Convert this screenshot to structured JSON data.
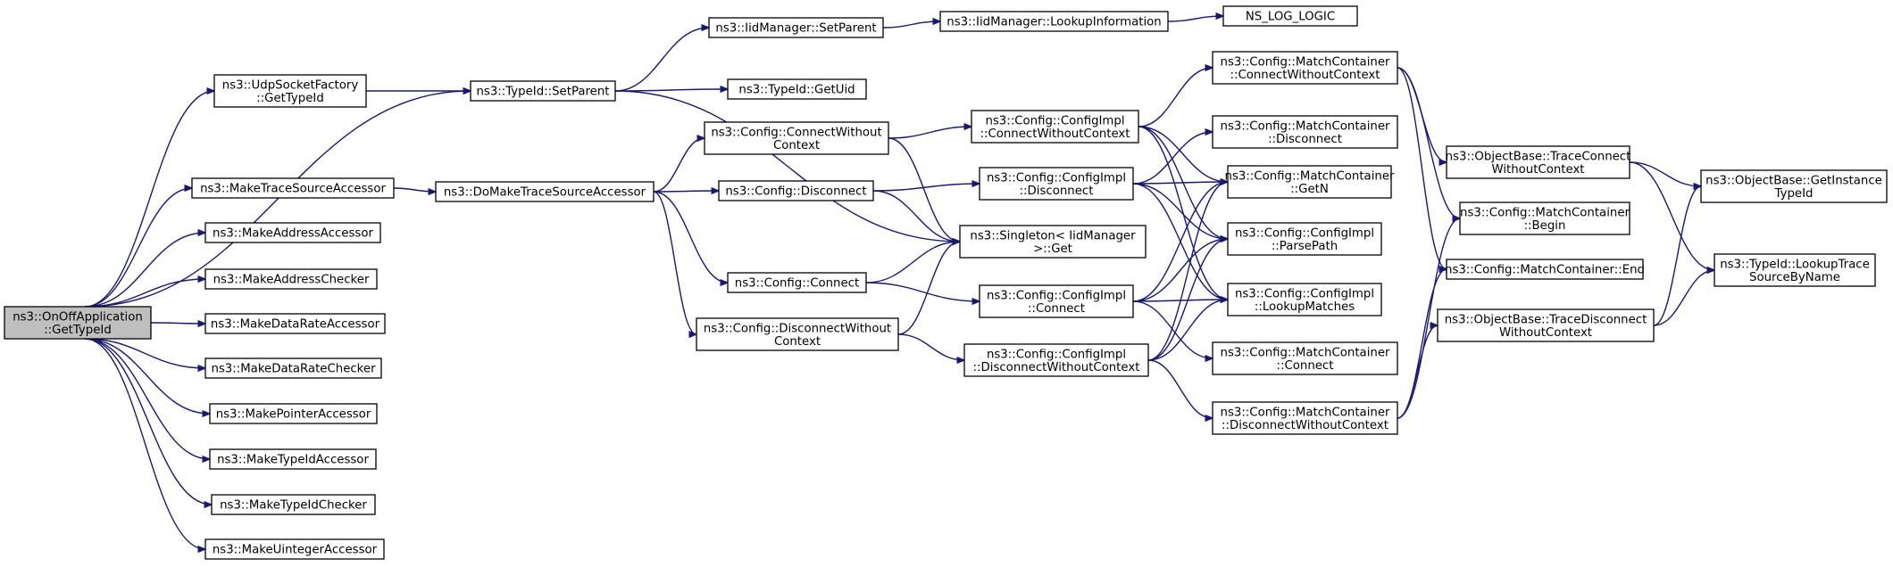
{
  "graph": {
    "type": "call-graph",
    "edge_color": "#191970",
    "node_fill": "#ffffff",
    "root_fill": "#bfbfbf",
    "nodes": [
      {
        "id": "root",
        "lines": [
          "ns3::OnOffApplication",
          "::GetTypeId"
        ]
      },
      {
        "id": "udpf",
        "lines": [
          "ns3::UdpSocketFactory",
          "::GetTypeId"
        ]
      },
      {
        "id": "setparent",
        "lines": [
          "ns3::TypeId::SetParent"
        ]
      },
      {
        "id": "iidsetparent",
        "lines": [
          "ns3::IidManager::SetParent"
        ]
      },
      {
        "id": "lookupinfo",
        "lines": [
          "ns3::IidManager::LookupInformation"
        ]
      },
      {
        "id": "nslog",
        "lines": [
          "NS_LOG_LOGIC"
        ]
      },
      {
        "id": "getuid",
        "lines": [
          "ns3::TypeId::GetUid"
        ]
      },
      {
        "id": "maketsa",
        "lines": [
          "ns3::MakeTraceSourceAccessor"
        ]
      },
      {
        "id": "domaketsa",
        "lines": [
          "ns3::DoMakeTraceSourceAccessor"
        ]
      },
      {
        "id": "mkaddracc",
        "lines": [
          "ns3::MakeAddressAccessor"
        ]
      },
      {
        "id": "mkaddrchk",
        "lines": [
          "ns3::MakeAddressChecker"
        ]
      },
      {
        "id": "mkdracc",
        "lines": [
          "ns3::MakeDataRateAccessor"
        ]
      },
      {
        "id": "mkdrchk",
        "lines": [
          "ns3::MakeDataRateChecker"
        ]
      },
      {
        "id": "mkptracc",
        "lines": [
          "ns3::MakePointerAccessor"
        ]
      },
      {
        "id": "mktidacc",
        "lines": [
          "ns3::MakeTypeIdAccessor"
        ]
      },
      {
        "id": "mktidchk",
        "lines": [
          "ns3::MakeTypeIdChecker"
        ]
      },
      {
        "id": "mkuintacc",
        "lines": [
          "ns3::MakeUintegerAccessor"
        ]
      },
      {
        "id": "cfgconnwo",
        "lines": [
          "ns3::Config::ConnectWithout",
          "Context"
        ]
      },
      {
        "id": "cfgdisc",
        "lines": [
          "ns3::Config::Disconnect"
        ]
      },
      {
        "id": "cfgconn",
        "lines": [
          "ns3::Config::Connect"
        ]
      },
      {
        "id": "cfgdiscwo",
        "lines": [
          "ns3::Config::DisconnectWithout",
          "Context"
        ]
      },
      {
        "id": "singleton",
        "lines": [
          "ns3::Singleton< IidManager",
          " >::Get"
        ]
      },
      {
        "id": "implconnwo",
        "lines": [
          "ns3::Config::ConfigImpl",
          "::ConnectWithoutContext"
        ]
      },
      {
        "id": "impldisc",
        "lines": [
          "ns3::Config::ConfigImpl",
          "::Disconnect"
        ]
      },
      {
        "id": "implconn",
        "lines": [
          "ns3::Config::ConfigImpl",
          "::Connect"
        ]
      },
      {
        "id": "impldiscwo",
        "lines": [
          "ns3::Config::ConfigImpl",
          "::DisconnectWithoutContext"
        ]
      },
      {
        "id": "mcconnwo",
        "lines": [
          "ns3::Config::MatchContainer",
          "::ConnectWithoutContext"
        ]
      },
      {
        "id": "mcdisc",
        "lines": [
          "ns3::Config::MatchContainer",
          "::Disconnect"
        ]
      },
      {
        "id": "mcgetn",
        "lines": [
          "ns3::Config::MatchContainer",
          "::GetN"
        ]
      },
      {
        "id": "parsepath",
        "lines": [
          "ns3::Config::ConfigImpl",
          "::ParsePath"
        ]
      },
      {
        "id": "lookupm",
        "lines": [
          "ns3::Config::ConfigImpl",
          "::LookupMatches"
        ]
      },
      {
        "id": "mcconn",
        "lines": [
          "ns3::Config::MatchContainer",
          "::Connect"
        ]
      },
      {
        "id": "mcdiscwo",
        "lines": [
          "ns3::Config::MatchContainer",
          "::DisconnectWithoutContext"
        ]
      },
      {
        "id": "obtcwo",
        "lines": [
          "ns3::ObjectBase::TraceConnect",
          "WithoutContext"
        ]
      },
      {
        "id": "mcbegin",
        "lines": [
          "ns3::Config::MatchContainer",
          "::Begin"
        ]
      },
      {
        "id": "mcend",
        "lines": [
          "ns3::Config::MatchContainer::End"
        ]
      },
      {
        "id": "obtdwo",
        "lines": [
          "ns3::ObjectBase::TraceDisconnect",
          "WithoutContext"
        ]
      },
      {
        "id": "obgit",
        "lines": [
          "ns3::ObjectBase::GetInstance",
          "TypeId"
        ]
      },
      {
        "id": "lookuptrace",
        "lines": [
          "ns3::TypeId::LookupTrace",
          "SourceByName"
        ]
      }
    ],
    "edges": [
      [
        "root",
        "udpf"
      ],
      [
        "root",
        "setparent"
      ],
      [
        "root",
        "maketsa"
      ],
      [
        "root",
        "mkaddracc"
      ],
      [
        "root",
        "mkaddrchk"
      ],
      [
        "root",
        "mkdracc"
      ],
      [
        "root",
        "mkdrchk"
      ],
      [
        "root",
        "mkptracc"
      ],
      [
        "root",
        "mktidacc"
      ],
      [
        "root",
        "mktidchk"
      ],
      [
        "root",
        "mkuintacc"
      ],
      [
        "udpf",
        "setparent"
      ],
      [
        "setparent",
        "iidsetparent"
      ],
      [
        "setparent",
        "getuid"
      ],
      [
        "setparent",
        "singleton"
      ],
      [
        "iidsetparent",
        "lookupinfo"
      ],
      [
        "lookupinfo",
        "nslog"
      ],
      [
        "maketsa",
        "domaketsa"
      ],
      [
        "domaketsa",
        "cfgconnwo"
      ],
      [
        "domaketsa",
        "cfgdisc"
      ],
      [
        "domaketsa",
        "cfgconn"
      ],
      [
        "domaketsa",
        "cfgdiscwo"
      ],
      [
        "cfgconnwo",
        "implconnwo"
      ],
      [
        "cfgconnwo",
        "singleton"
      ],
      [
        "cfgdisc",
        "impldisc"
      ],
      [
        "cfgdisc",
        "singleton"
      ],
      [
        "cfgconn",
        "implconn"
      ],
      [
        "cfgconn",
        "singleton"
      ],
      [
        "cfgdiscwo",
        "impldiscwo"
      ],
      [
        "cfgdiscwo",
        "singleton"
      ],
      [
        "implconnwo",
        "mcconnwo"
      ],
      [
        "implconnwo",
        "mcgetn"
      ],
      [
        "implconnwo",
        "parsepath"
      ],
      [
        "implconnwo",
        "lookupm"
      ],
      [
        "impldisc",
        "mcdisc"
      ],
      [
        "impldisc",
        "mcgetn"
      ],
      [
        "impldisc",
        "parsepath"
      ],
      [
        "impldisc",
        "lookupm"
      ],
      [
        "implconn",
        "mcgetn"
      ],
      [
        "implconn",
        "parsepath"
      ],
      [
        "implconn",
        "lookupm"
      ],
      [
        "implconn",
        "mcconn"
      ],
      [
        "impldiscwo",
        "mcgetn"
      ],
      [
        "impldiscwo",
        "parsepath"
      ],
      [
        "impldiscwo",
        "lookupm"
      ],
      [
        "impldiscwo",
        "mcdiscwo"
      ],
      [
        "mcconnwo",
        "obtcwo"
      ],
      [
        "mcconnwo",
        "mcbegin"
      ],
      [
        "mcconnwo",
        "mcend"
      ],
      [
        "mcdiscwo",
        "mcbegin"
      ],
      [
        "mcdiscwo",
        "mcend"
      ],
      [
        "mcdiscwo",
        "obtdwo"
      ],
      [
        "obtcwo",
        "obgit"
      ],
      [
        "obtcwo",
        "lookuptrace"
      ],
      [
        "obtdwo",
        "obgit"
      ],
      [
        "obtdwo",
        "lookuptrace"
      ]
    ]
  }
}
